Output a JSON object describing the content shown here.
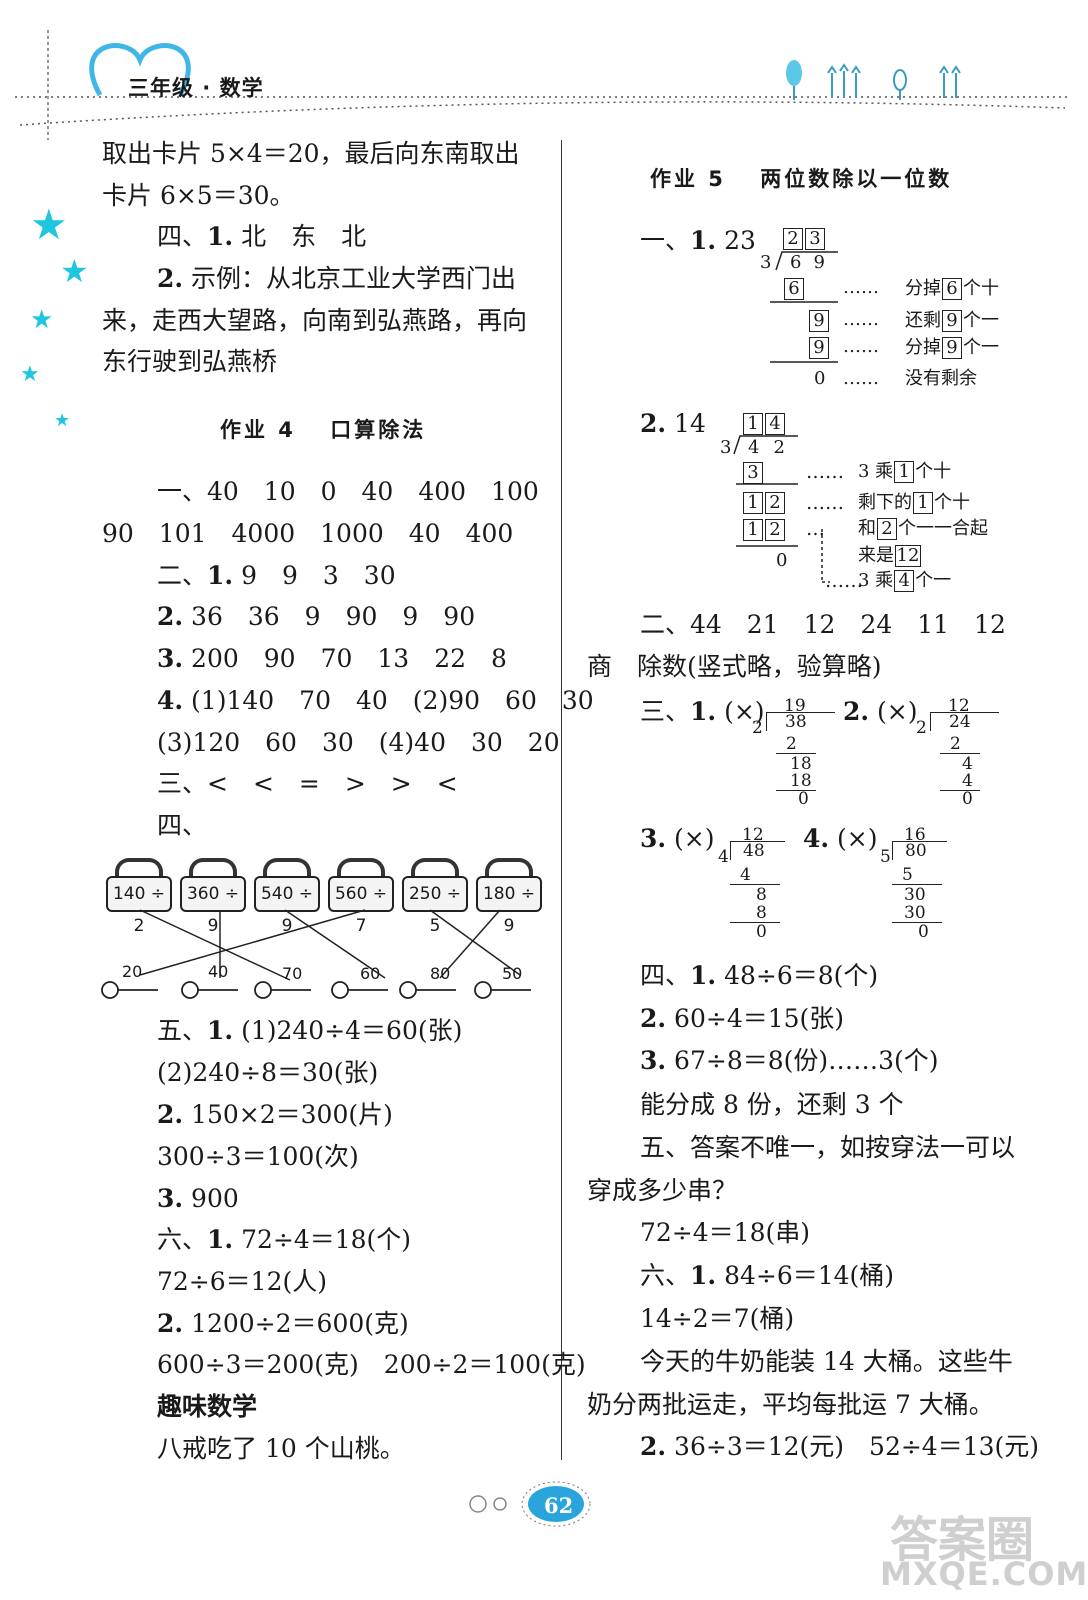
{
  "header": {
    "title": "三年级 · 数学"
  },
  "left": {
    "l1": "取出卡片 5×4＝20，最后向东南取出",
    "l2": "卡片 6×5＝30。",
    "l3_pre": "四、",
    "l3_num": "1.",
    "l3": " 北　东　北",
    "l4_num": "2.",
    "l4": " 示例：从北京工业大学西门出",
    "l5": "来，走西大望路，向南到弘燕路，再向",
    "l6": "东行驶到弘燕桥",
    "hw4": "作业 4　 口算除法",
    "a1": "一、40　10　0　40　400　100",
    "a2": "90　101　4000　1000　40　400",
    "a3_pre": "二、",
    "a3_num": "1.",
    "a3": " 9　9　3　30",
    "a4_num": "2.",
    "a4": " 36　36　9　90　9　90",
    "a5_num": "3.",
    "a5": " 200　90　70　13　22　8",
    "a6_num": "4.",
    "a6": " (1)140　70　40　(2)90　60　30",
    "a7": "(3)120　60　30　(4)40　30　20",
    "a8": "三、<　<　=　>　>　<",
    "a9": "四、",
    "locks": [
      "140 ÷ 2",
      "360 ÷ 9",
      "540 ÷ 9",
      "560 ÷ 7",
      "250 ÷ 5",
      "180 ÷ 9"
    ],
    "keys": [
      "20",
      "40",
      "70",
      "60",
      "80",
      "50"
    ],
    "b1_pre": "五、",
    "b1_num": "1.",
    "b1": " (1)240÷4＝60(张)",
    "b2": "(2)240÷8＝30(张)",
    "b3_num": "2.",
    "b3": " 150×2＝300(片)",
    "b4": "300÷3＝100(次)",
    "b5_num": "3.",
    "b5": " 900",
    "b6_pre": "六、",
    "b6_num": "1.",
    "b6": " 72÷4＝18(个)",
    "b7": "72÷6＝12(人)",
    "b8_num": "2.",
    "b8": " 1200÷2＝600(克)",
    "b9": "600÷3＝200(克)　200÷2＝100(克)",
    "fun": "趣味数学",
    "fun_ans": "八戒吃了 10 个山桃。"
  },
  "right": {
    "hw5": "作业 5　 两位数除以一位数",
    "q1_pre": "一、",
    "q1_num": "1.",
    "q1": " 23",
    "q1_steps": [
      "分掉",
      "个十",
      "还剩",
      "个一",
      "分掉",
      "个一",
      "没有剩余"
    ],
    "q1_boxes": [
      "2",
      "3",
      "6",
      "9",
      "6",
      "9",
      "9",
      "9",
      "9",
      "0"
    ],
    "q2_num": "2.",
    "q2": " 14",
    "q2_steps": [
      "3 乘",
      "个十",
      "剩下的",
      "个十",
      "和",
      "个一一合起",
      "来是",
      "3 乘",
      "个一"
    ],
    "q2_boxes": [
      "1",
      "4",
      "3",
      "1",
      "2",
      "1",
      "2",
      "0",
      "1",
      "1",
      "2",
      "12",
      "4"
    ],
    "r1": "二、44　21　12　24　11　12",
    "r2": "商　除数(竖式略，验算略)",
    "r3_pre": "三、",
    "r3_num": "1.",
    "r3": " (×)",
    "r3b_num": "2.",
    "r3b": " (×)",
    "r4_num": "3.",
    "r4": " (×)",
    "r4b_num": "4.",
    "r4b": " (×)",
    "div1": [
      "19",
      "2",
      "38",
      "2",
      "18",
      "18",
      "0"
    ],
    "div2": [
      "12",
      "2",
      "24",
      "2",
      "4",
      "4",
      "0"
    ],
    "div3": [
      "12",
      "4",
      "48",
      "4",
      "8",
      "8",
      "0"
    ],
    "div4": [
      "16",
      "5",
      "80",
      "5",
      "30",
      "30",
      "0"
    ],
    "s1_pre": "四、",
    "s1_num": "1.",
    "s1": " 48÷6＝8(个)",
    "s2_num": "2.",
    "s2": " 60÷4＝15(张)",
    "s3_num": "3.",
    "s3": " 67÷8＝8(份)……3(个)",
    "s4": "能分成 8 份，还剩 3 个",
    "s5": "五、答案不唯一，如按穿法一可以",
    "s6": "穿成多少串？",
    "s7": "72÷4＝18(串)",
    "s8_pre": "六、",
    "s8_num": "1.",
    "s8": " 84÷6＝14(桶)",
    "s9": "14÷2＝7(桶)",
    "s10": "今天的牛奶能装 14 大桶。这些牛",
    "s11": "奶分两批运走，平均每批运 7 大桶。",
    "s12_num": "2.",
    "s12": " 36÷3＝12(元)　52÷4＝13(元)"
  },
  "footer": {
    "page": "62",
    "watermark1": "答案圈",
    "watermark2": "MXQE.COM"
  },
  "colors": {
    "accent": "#3fb7e6",
    "star": "#1fc6e0",
    "pagebadge": "#29a4dc"
  }
}
